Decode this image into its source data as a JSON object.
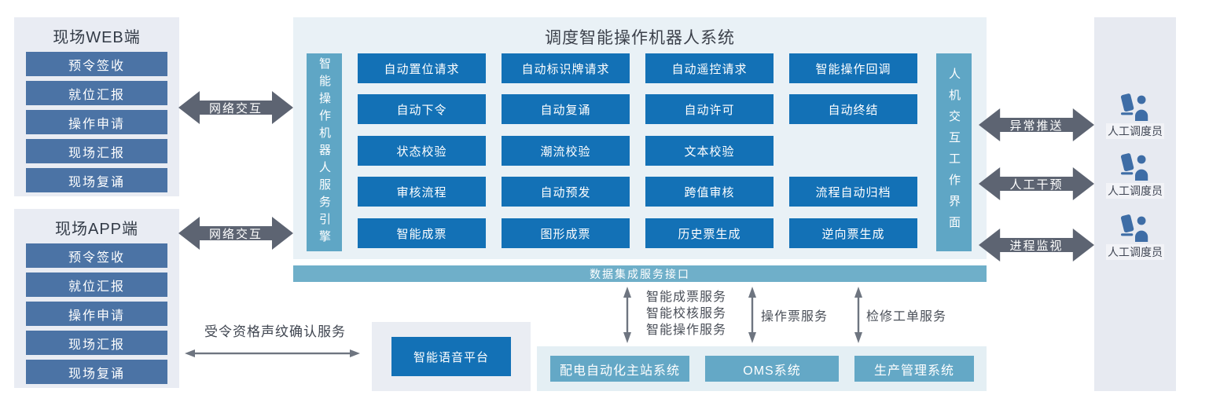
{
  "left_panels": [
    {
      "title": "现场WEB端",
      "items": [
        "预令签收",
        "就位汇报",
        "操作申请",
        "现场汇报",
        "现场复诵"
      ]
    },
    {
      "title": "现场APP端",
      "items": [
        "预令签收",
        "就位汇报",
        "操作申请",
        "现场汇报",
        "现场复诵"
      ]
    }
  ],
  "network_arrow_label": "网络交互",
  "system": {
    "title": "调度智能操作机器人系统",
    "engine_bar": "智能操作机器人服务引擎",
    "hmi_bar": "人机交互工作界面",
    "grid": [
      [
        "自动置位请求",
        "自动标识牌请求",
        "自动遥控请求",
        "智能操作回调"
      ],
      [
        "自动下令",
        "自动复诵",
        "自动许可",
        "自动终结"
      ],
      [
        "状态校验",
        "潮流校验",
        "文本校验"
      ],
      [
        "审核流程",
        "自动预发",
        "跨值审核",
        "流程自动归档"
      ],
      [
        "智能成票",
        "图形成票",
        "历史票生成",
        "逆向票生成"
      ]
    ]
  },
  "data_bus_label": "数据集成服务接口",
  "right_arrows": [
    "异常推送",
    "人工干预",
    "进程监视"
  ],
  "dispatcher_label": "人工调度员",
  "voice_service_label": "受令资格声纹确认服务",
  "voice_platform_label": "智能语音平台",
  "bottom_systems": [
    "配电自动化主站系统",
    "OMS系统",
    "生产管理系统"
  ],
  "integration_services": {
    "group1_lines": [
      "智能成票服务",
      "智能校核服务",
      "智能操作服务"
    ],
    "group2": "操作票服务",
    "group3": "检修工单服务"
  },
  "colors": {
    "deep_blue": "#1371b6",
    "steel_blue": "#4b73a5",
    "teal": "#64a8c6",
    "bus_teal": "#6fafc9",
    "arrow_gray": "#5d6472",
    "panel_gray": "#e9ecf3",
    "panel_blue": "#e9f1f6"
  }
}
